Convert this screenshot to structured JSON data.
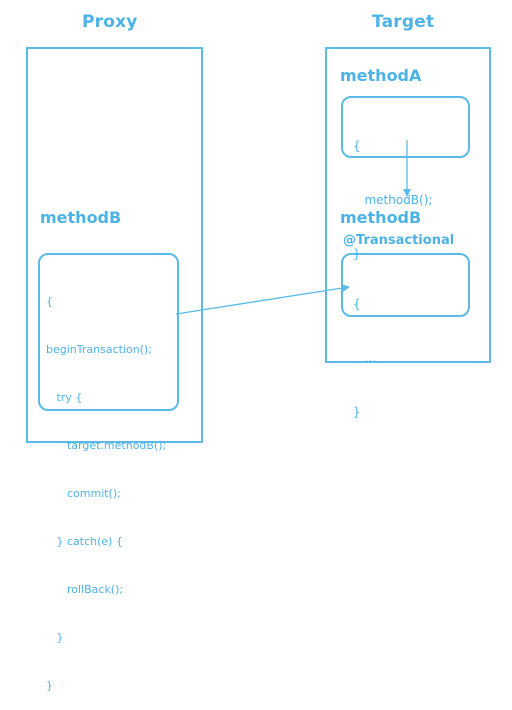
{
  "proxy": {
    "title": "Proxy",
    "method_label": "methodB",
    "code_lines": [
      "{",
      "beginTransaction();",
      "   try {",
      "      target.methodB();",
      "      commit();",
      "   } catch(e) {",
      "      rollBack();",
      "   }",
      "}"
    ]
  },
  "target": {
    "title": "Target",
    "methodA": {
      "label": "methodA",
      "code_lines": [
        "{",
        "   methodB();",
        "}"
      ]
    },
    "methodB": {
      "label": "methodB",
      "annotation": "@Transactional",
      "code_lines": [
        "{",
        "   …",
        "}"
      ]
    }
  },
  "colors": {
    "stroke": "#5bbbe8",
    "text": "#4db3e6"
  }
}
